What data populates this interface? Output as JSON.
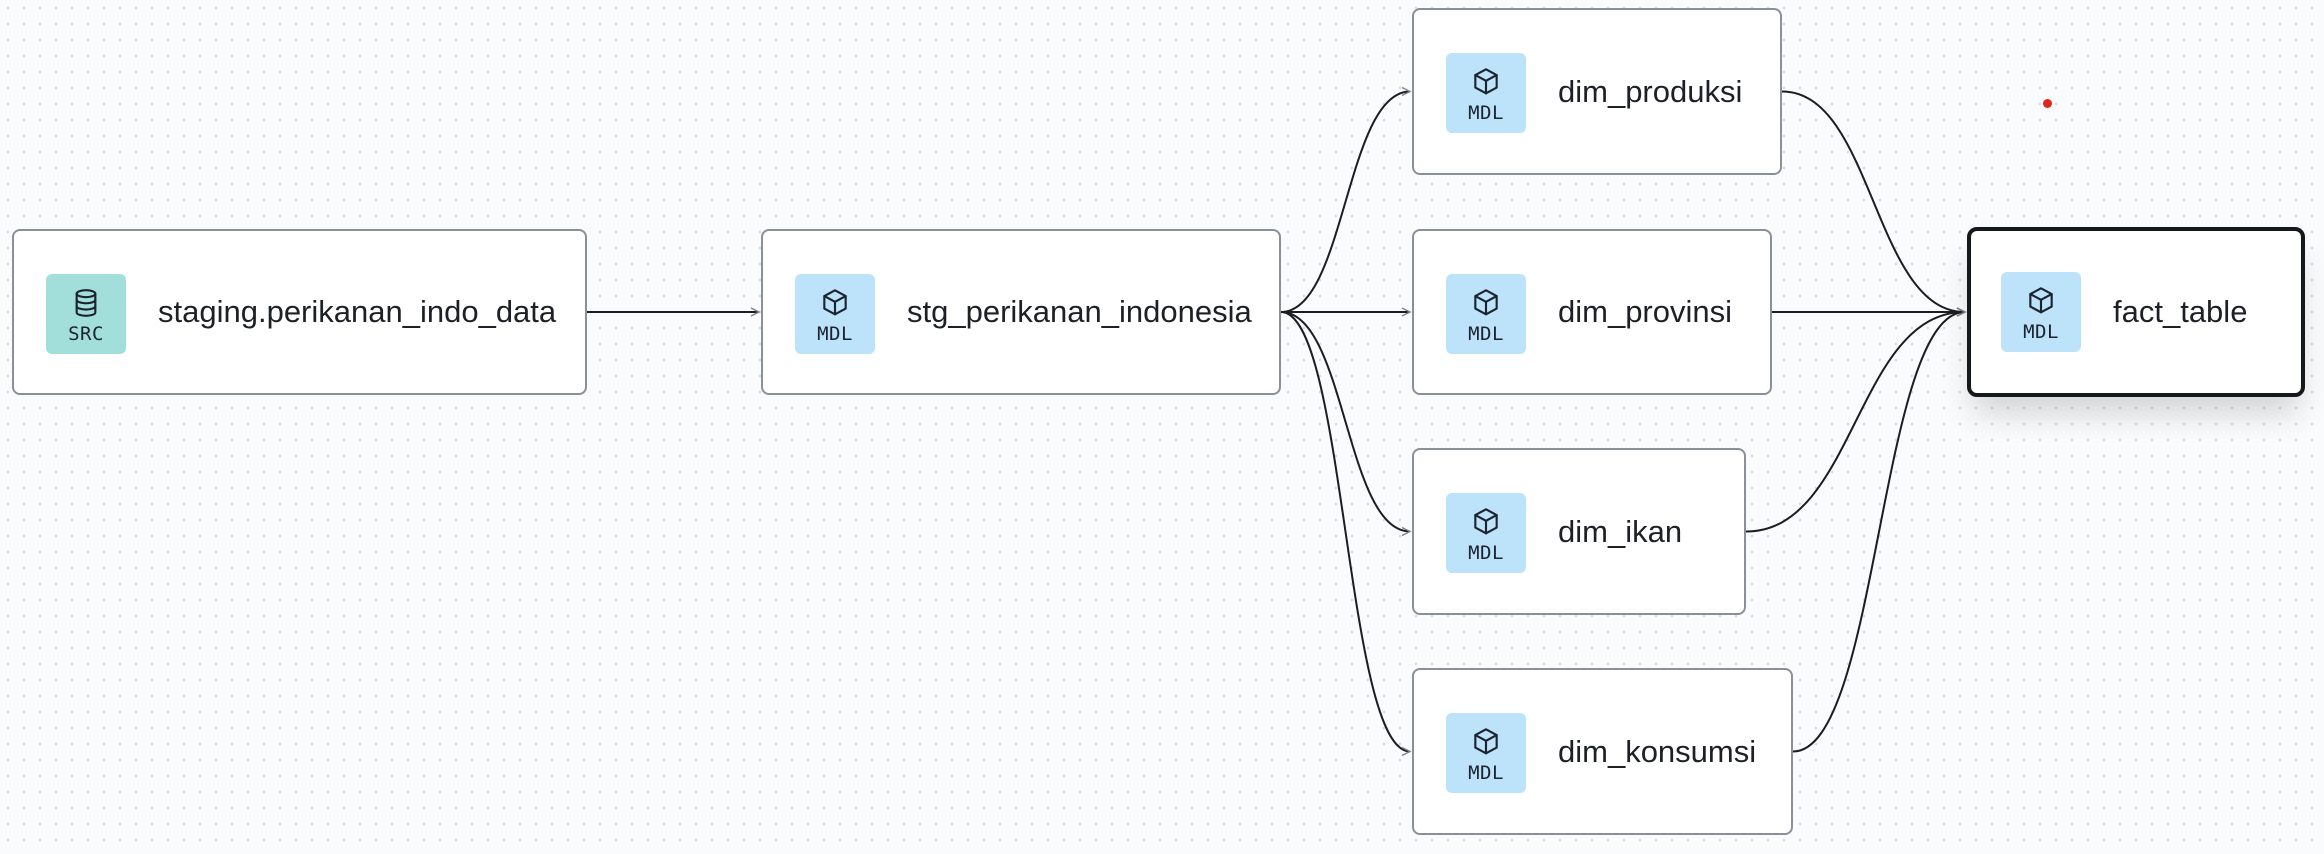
{
  "nodes": [
    {
      "id": "staging_perikanan_indo_data",
      "label": "staging.perikanan_indo_data",
      "type": "SRC",
      "icon": "database-icon",
      "selected": false
    },
    {
      "id": "stg_perikanan_indonesia",
      "label": "stg_perikanan_indonesia",
      "type": "MDL",
      "icon": "cube-icon",
      "selected": false
    },
    {
      "id": "dim_produksi",
      "label": "dim_produksi",
      "type": "MDL",
      "icon": "cube-icon",
      "selected": false
    },
    {
      "id": "dim_provinsi",
      "label": "dim_provinsi",
      "type": "MDL",
      "icon": "cube-icon",
      "selected": false
    },
    {
      "id": "dim_ikan",
      "label": "dim_ikan",
      "type": "MDL",
      "icon": "cube-icon",
      "selected": false
    },
    {
      "id": "dim_konsumsi",
      "label": "dim_konsumsi",
      "type": "MDL",
      "icon": "cube-icon",
      "selected": false
    },
    {
      "id": "fact_table",
      "label": "fact_table",
      "type": "MDL",
      "icon": "cube-icon",
      "selected": true
    }
  ],
  "edges": [
    {
      "from": "staging_perikanan_indo_data",
      "to": "stg_perikanan_indonesia"
    },
    {
      "from": "stg_perikanan_indonesia",
      "to": "dim_produksi"
    },
    {
      "from": "stg_perikanan_indonesia",
      "to": "dim_provinsi"
    },
    {
      "from": "stg_perikanan_indonesia",
      "to": "dim_ikan"
    },
    {
      "from": "stg_perikanan_indonesia",
      "to": "dim_konsumsi"
    },
    {
      "from": "dim_produksi",
      "to": "fact_table"
    },
    {
      "from": "dim_provinsi",
      "to": "fact_table"
    },
    {
      "from": "dim_ikan",
      "to": "fact_table"
    },
    {
      "from": "dim_konsumsi",
      "to": "fact_table"
    }
  ],
  "colors": {
    "src_badge": "#a3dfda",
    "mdl_badge": "#bde3fa",
    "edge": "#1a1d22",
    "node_border": "#8a909a",
    "selected_border": "#15181d",
    "cursor_marker": "#e0261c"
  }
}
